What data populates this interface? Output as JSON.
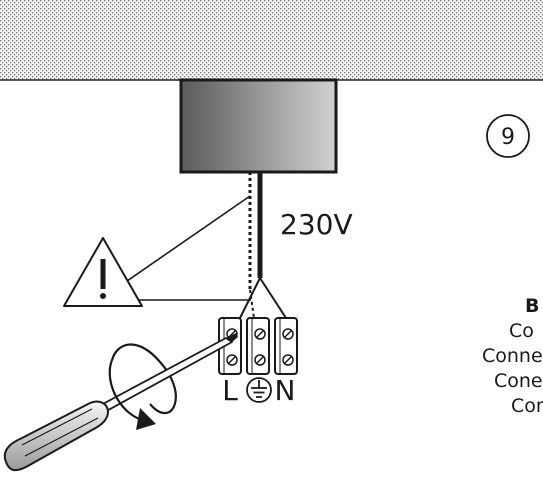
{
  "figure": {
    "step_number": "9",
    "voltage_label": "230V",
    "terminal_labels": {
      "live": "L",
      "neutral": "N"
    },
    "warning_icon": "warning-triangle-icon",
    "earth_icon": "earth-ground-icon",
    "side_text": [
      "B",
      "Co",
      "Conne",
      "Cone",
      "Con"
    ]
  }
}
